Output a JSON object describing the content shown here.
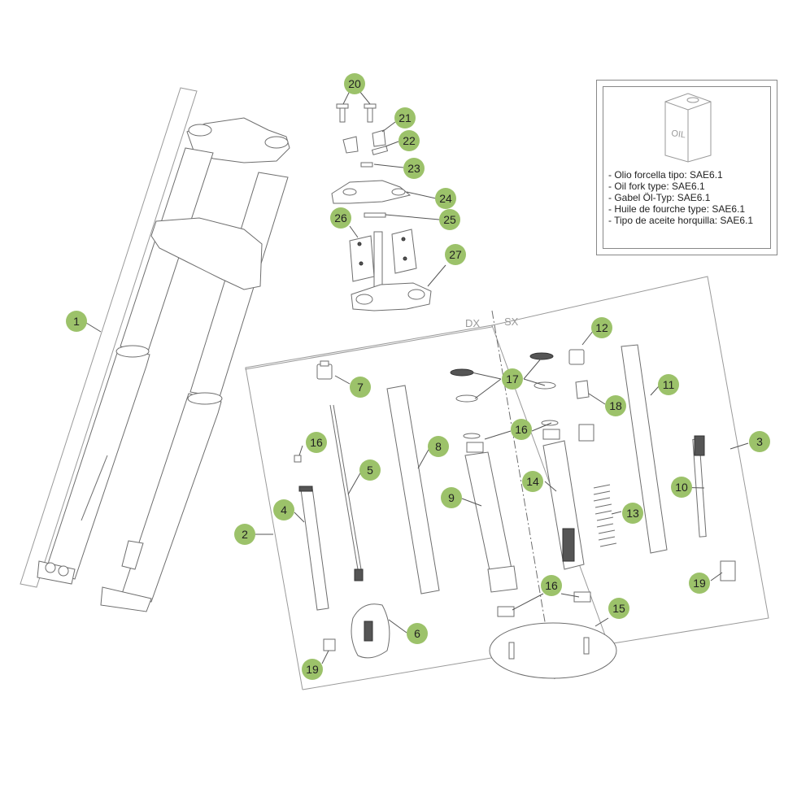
{
  "callouts": [
    {
      "num": "1"
    },
    {
      "num": "2"
    },
    {
      "num": "3"
    },
    {
      "num": "4"
    },
    {
      "num": "5"
    },
    {
      "num": "6"
    },
    {
      "num": "7"
    },
    {
      "num": "8"
    },
    {
      "num": "9"
    },
    {
      "num": "10"
    },
    {
      "num": "11"
    },
    {
      "num": "12"
    },
    {
      "num": "13"
    },
    {
      "num": "14"
    },
    {
      "num": "15"
    },
    {
      "num": "16"
    },
    {
      "num": "16"
    },
    {
      "num": "16"
    },
    {
      "num": "17"
    },
    {
      "num": "18"
    },
    {
      "num": "19"
    },
    {
      "num": "19"
    },
    {
      "num": "20"
    },
    {
      "num": "21"
    },
    {
      "num": "22"
    },
    {
      "num": "23"
    },
    {
      "num": "24"
    },
    {
      "num": "25"
    },
    {
      "num": "26"
    },
    {
      "num": "27"
    }
  ],
  "side_labels": {
    "right": "DX",
    "left": "SX"
  },
  "oil_box": {
    "icon_label": "OIL",
    "lines": [
      "- Olio forcella tipo: SAE6.1",
      "- Oil fork type: SAE6.1",
      "- Gabel Öl-Typ: SAE6.1",
      "- Huile de fourche type: SAE6.1",
      "- Tipo de aceite horquilla: SAE6.1"
    ]
  }
}
